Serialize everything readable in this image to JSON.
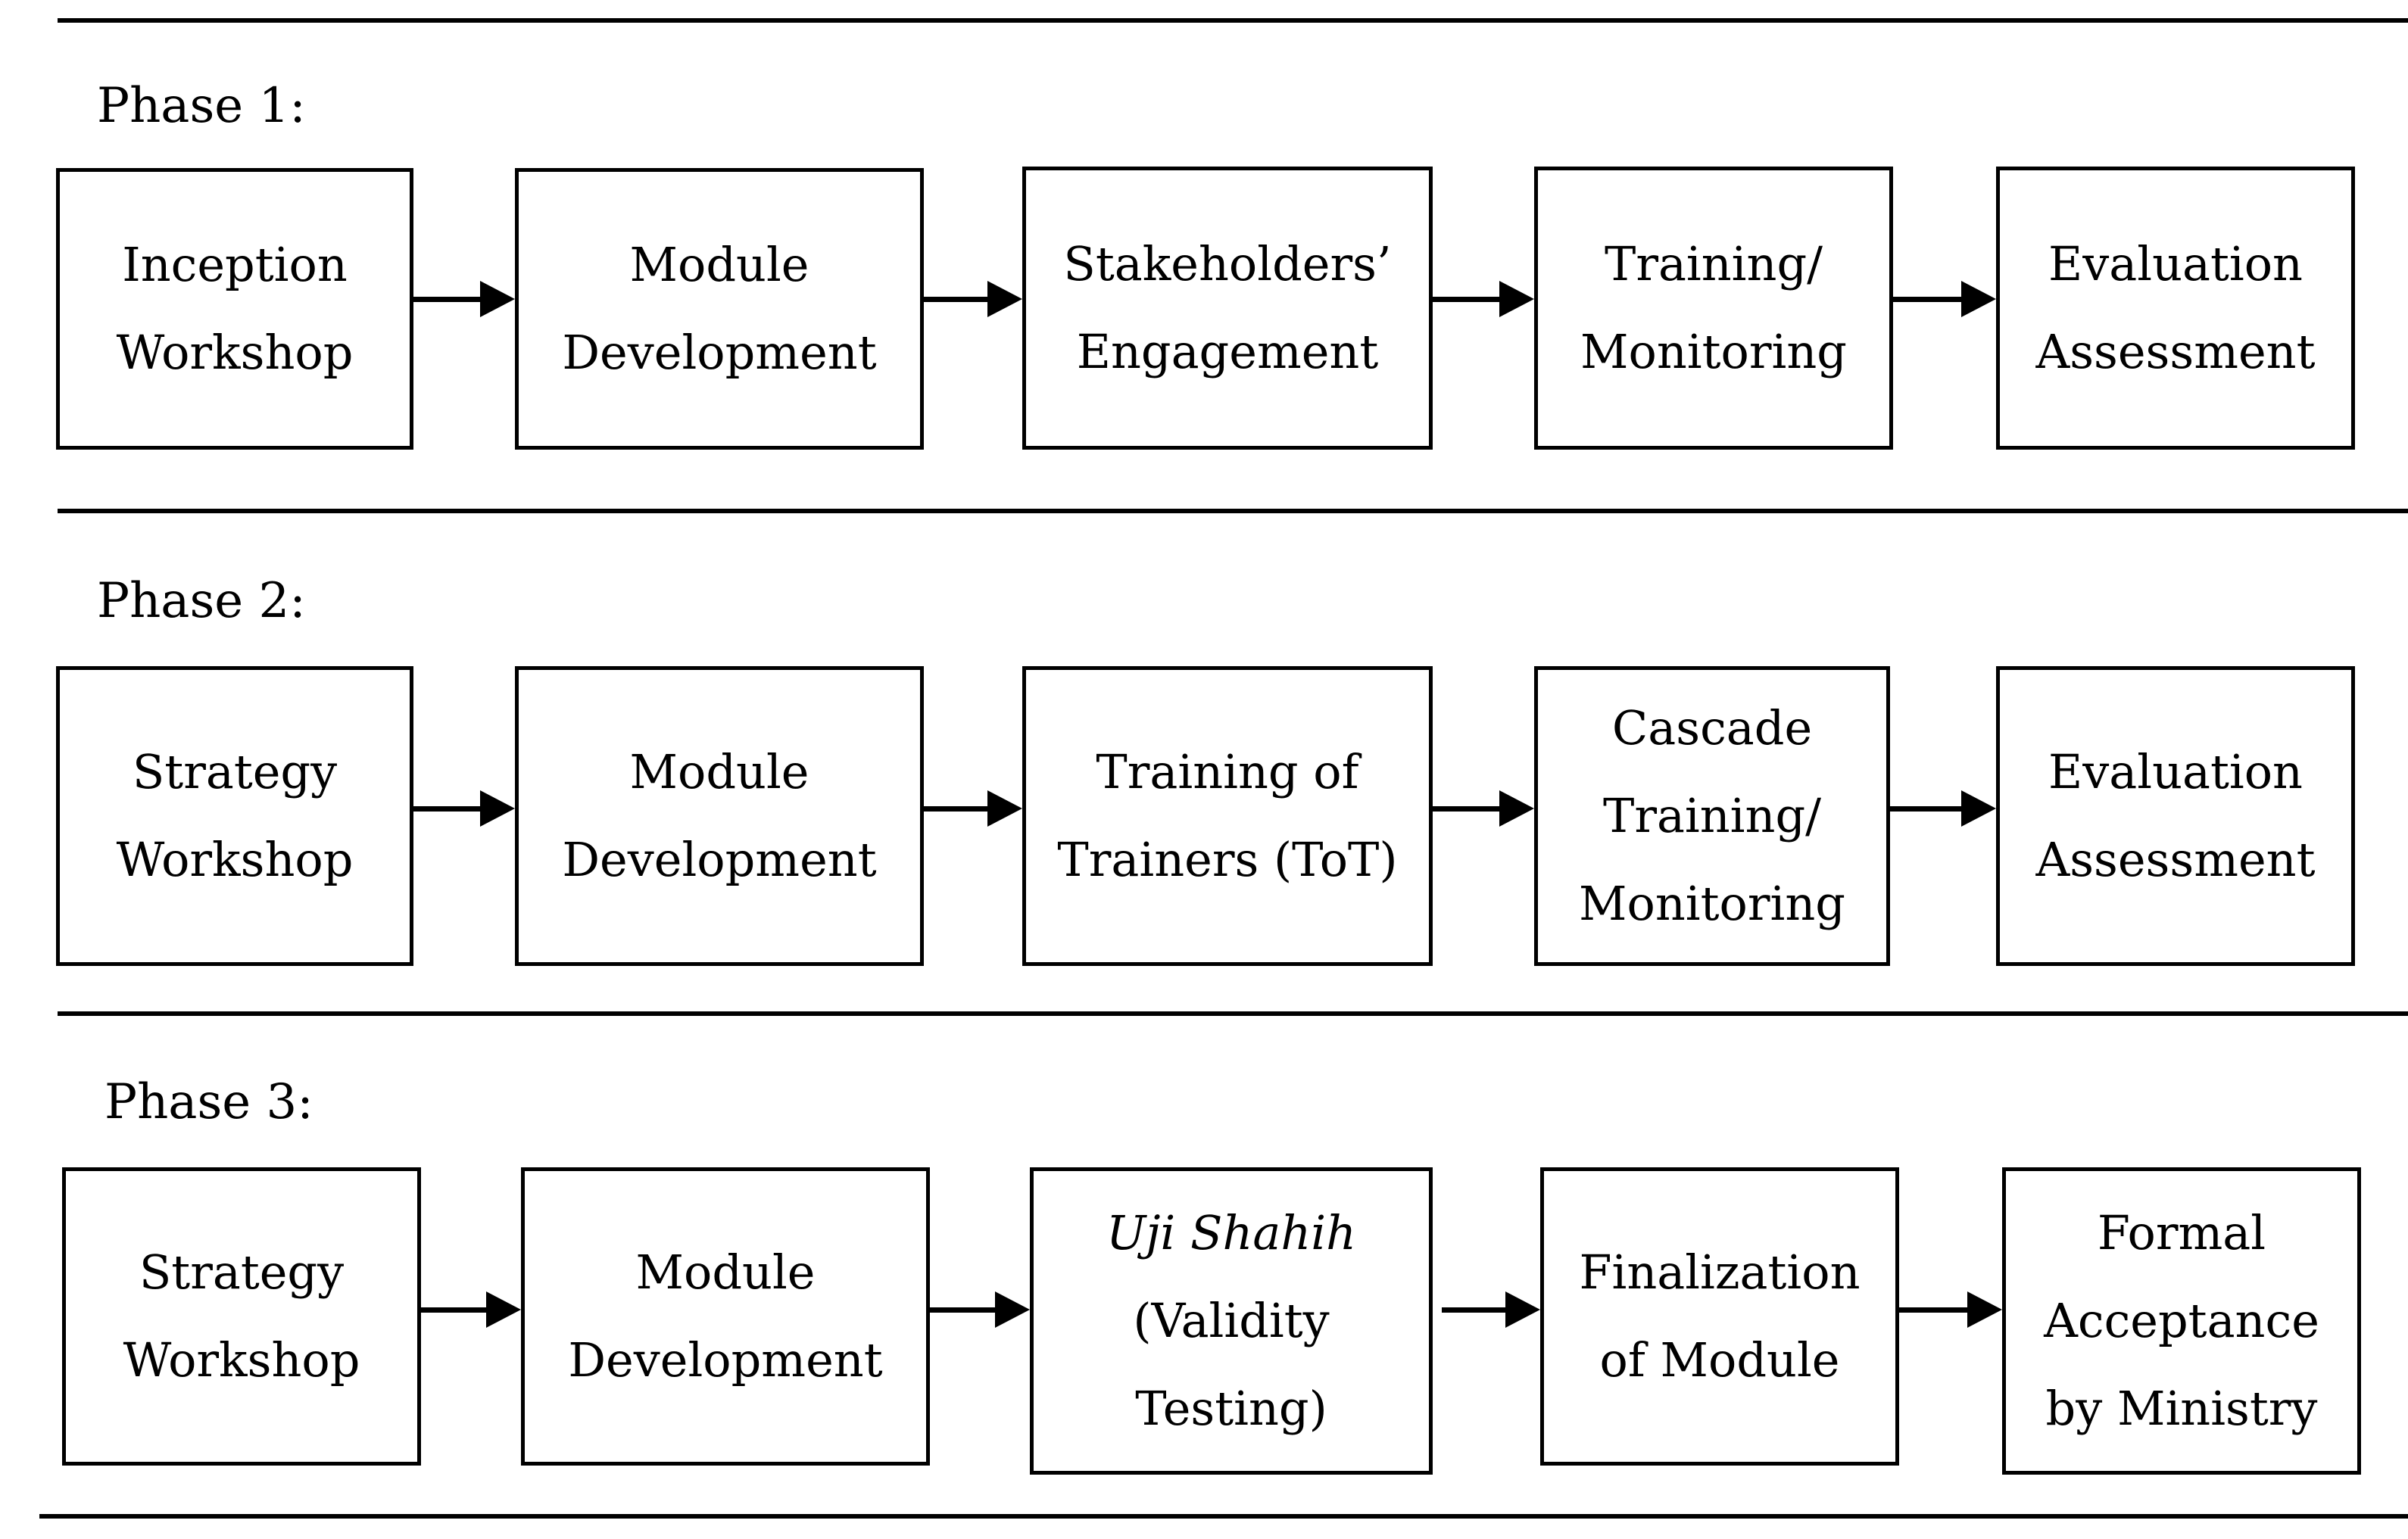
{
  "phases": [
    {
      "title": "Phase 1:",
      "steps": [
        {
          "lines": [
            "Inception",
            "Workshop"
          ]
        },
        {
          "lines": [
            "Module",
            "Development"
          ]
        },
        {
          "lines": [
            "Stakeholders’",
            "Engagement"
          ]
        },
        {
          "lines": [
            "Training/",
            "Monitoring"
          ]
        },
        {
          "lines": [
            "Evaluation",
            "Assessment"
          ]
        }
      ]
    },
    {
      "title": "Phase 2:",
      "steps": [
        {
          "lines": [
            "Strategy",
            "Workshop"
          ]
        },
        {
          "lines": [
            "Module",
            "Development"
          ]
        },
        {
          "lines": [
            "Training of",
            "Trainers (ToT)"
          ]
        },
        {
          "lines": [
            "Cascade",
            "Training/",
            "Monitoring"
          ]
        },
        {
          "lines": [
            "Evaluation",
            "Assessment"
          ]
        }
      ]
    },
    {
      "title": "Phase 3:",
      "steps": [
        {
          "lines": [
            "Strategy",
            "Workshop"
          ]
        },
        {
          "lines": [
            "Module",
            "Development"
          ]
        },
        {
          "lines": [
            "Uji Shahih",
            "(Validity",
            "Testing)"
          ],
          "italic_first_line": true
        },
        {
          "lines": [
            "Finalization",
            "of Module"
          ]
        },
        {
          "lines": [
            "Formal",
            "Acceptance",
            "by Ministry"
          ]
        }
      ]
    }
  ]
}
